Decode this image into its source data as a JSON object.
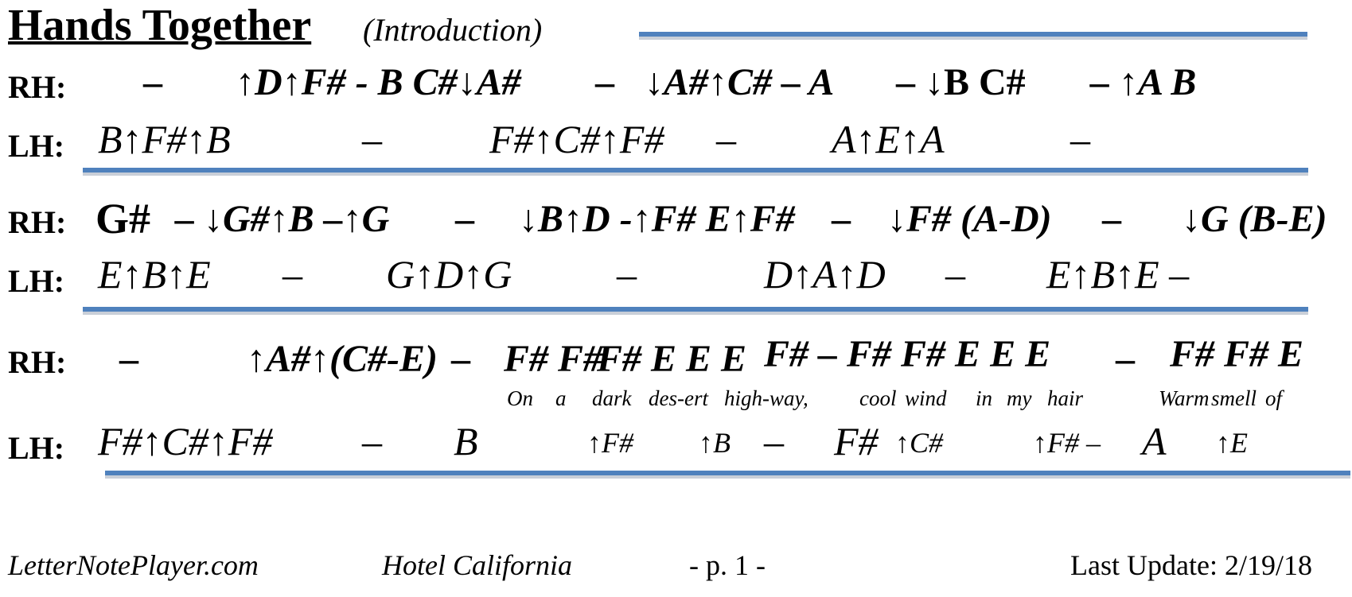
{
  "header": {
    "title": "Hands Together",
    "subtitle": "(Introduction)"
  },
  "systems": [
    {
      "rh_label": "RH:",
      "lh_label": "LH:",
      "rh": [
        "–",
        "↑D↑F# - B C#↓A#",
        "–",
        "↓A#↑C# – A",
        "– ↓B C#",
        "– ↑A B"
      ],
      "lh": [
        "B↑F#↑B",
        "–",
        "F#↑C#↑F#",
        "–",
        "A↑E↑A",
        "–"
      ]
    },
    {
      "rh_label": "RH:",
      "lh_label": "LH:",
      "rh": [
        "G#",
        "– ↓G#↑B –↑G",
        "–",
        "↓B↑D -↑F# E↑F#",
        "–",
        "↓F# (A-D)",
        "–",
        "↓G (B-E)"
      ],
      "lh": [
        "E↑B↑E",
        "–",
        "G↑D↑G",
        "–",
        "D↑A↑D",
        "–",
        "E↑B↑E –"
      ]
    },
    {
      "rh_label": "RH:",
      "lh_label": "LH:",
      "rh": [
        "–",
        "↑A#↑(C#-E)",
        "–",
        "F# F#",
        "F# E E E",
        "F# – F# F# E E E",
        "–",
        "F# F# E"
      ],
      "lyrics": [
        "On",
        "a",
        "dark",
        "des-ert",
        "high-way,",
        "cool",
        "wind",
        "in",
        "my",
        "hair",
        "Warm",
        "smell",
        "of"
      ],
      "lh": [
        "F#↑C#↑F#",
        "–",
        "B",
        "↑F#",
        "↑B",
        "–",
        "F#",
        "↑C#",
        "↑F# –",
        "A",
        "↑E"
      ]
    }
  ],
  "footer": {
    "site": "LetterNotePlayer.com",
    "song": "Hotel California",
    "page": "- p.   1 -",
    "update": "Last Update: 2/19/18"
  },
  "colors": {
    "rule": "#4f81bd",
    "rule_shadow": "#c9cfd8"
  }
}
